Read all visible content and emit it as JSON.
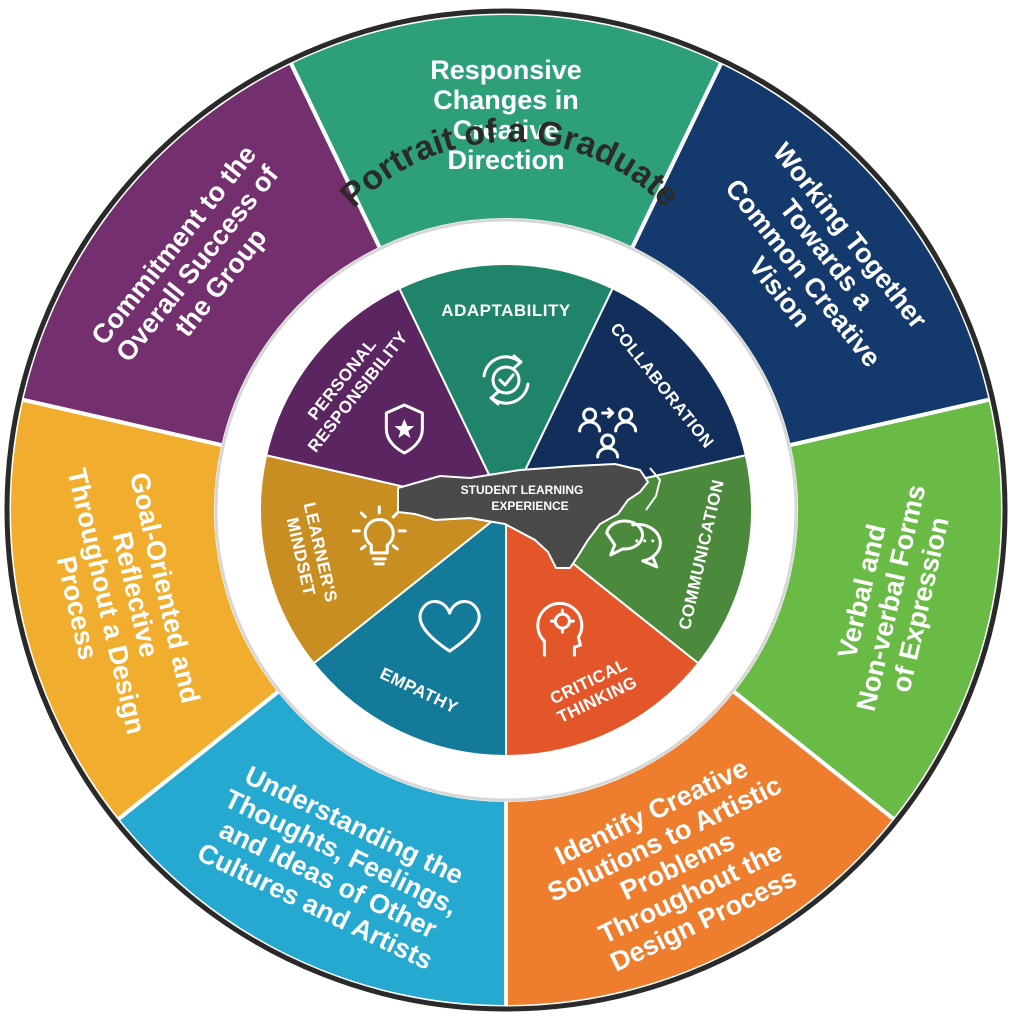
{
  "title": "Portrait of a Graduate",
  "center": {
    "line1": "STUDENT LEARNING",
    "line2": "EXPERIENCE"
  },
  "segments": [
    {
      "key": "adaptability",
      "competency": "ADAPTABILITY",
      "description_lines": [
        "Responsive",
        "Changes in",
        "Creative",
        "Direction"
      ],
      "color": "#2ea079",
      "inner_color": "#1f8469",
      "icon": "cycle-check-icon"
    },
    {
      "key": "collaboration",
      "competency": "COLLABORATION",
      "description_lines": [
        "Working Together",
        "Towards a",
        "Common Creative",
        "Vision"
      ],
      "color": "#143a6d",
      "inner_color": "#122e5b",
      "icon": "team-icon"
    },
    {
      "key": "communication",
      "competency": "COMMUNICATION",
      "description_lines": [
        "Verbal and",
        "Non-verbal Forms",
        "of Expression"
      ],
      "color": "#6abb45",
      "inner_color": "#4b8a3c",
      "icon": "speech-bubbles-icon"
    },
    {
      "key": "critical-thinking",
      "competency": "CRITICAL THINKING",
      "competency_lines": [
        "CRITICAL",
        "THINKING"
      ],
      "description_lines": [
        "Identify Creative",
        "Solutions to Artistic",
        "Problems",
        "Throughout the",
        "Design Process"
      ],
      "color": "#ee7d2d",
      "inner_color": "#e2562a",
      "icon": "head-gear-icon"
    },
    {
      "key": "empathy",
      "competency": "EMPATHY",
      "description_lines": [
        "Understanding the",
        "Thoughts, Feelings,",
        "and Ideas of Other",
        "Cultures and Artists"
      ],
      "color": "#25a9d0",
      "inner_color": "#137a9a",
      "icon": "heart-icon"
    },
    {
      "key": "learners-mindset",
      "competency": "LEARNER'S MINDSET",
      "competency_lines": [
        "LEARNER'S",
        "MINDSET"
      ],
      "description_lines": [
        "Goal-Oriented and",
        "Reflective",
        "Throughout a Design",
        "Process"
      ],
      "color": "#f1ae2e",
      "inner_color": "#c98e22",
      "icon": "lightbulb-icon"
    },
    {
      "key": "personal-responsibility",
      "competency": "PERSONAL RESPONSIBILITY",
      "competency_lines": [
        "PERSONAL",
        "RESPONSIBILITY"
      ],
      "description_lines": [
        "Commitment to the",
        "Overall Success of",
        "the Group"
      ],
      "color": "#74306e",
      "inner_color": "#5a2560",
      "icon": "shield-star-icon"
    }
  ]
}
